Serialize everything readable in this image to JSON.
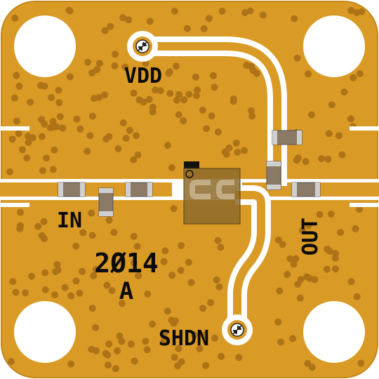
{
  "colors": {
    "substrate": "#d99a26",
    "substrate_edge": "#c4871b",
    "via": "#ad7316",
    "trace": "#ffffff",
    "component_body": "#8a7a66",
    "component_cap": "#cfcfcf",
    "ic_body": "#8d6a2a",
    "silkscreen": "#0b0b0b"
  },
  "labels": {
    "vdd": "VDD",
    "in": "IN",
    "out": "OUT",
    "shdn": "SHDN",
    "part_number": "2Ø14",
    "revision": "A"
  },
  "icons": {
    "pad_marker": "circle-cross-icon",
    "mounting_hole": "circle-hole-icon"
  }
}
